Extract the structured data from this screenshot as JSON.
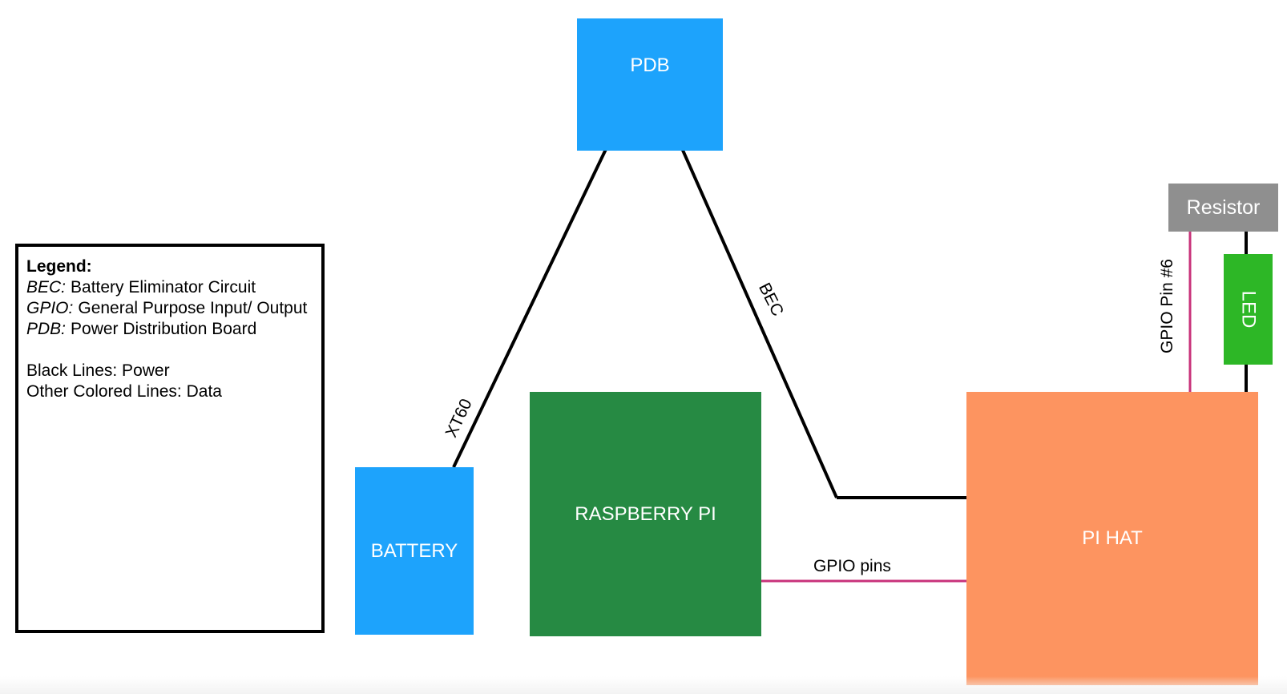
{
  "colors": {
    "power_line": "#000000",
    "data_line": "#c8327a",
    "pdb": "#1da3fc",
    "battery": "#1da3fc",
    "raspberry_pi": "#268a43",
    "pi_hat": "#fd9460",
    "resistor": "#8f8f8f",
    "led": "#2db726"
  },
  "blocks": {
    "pdb": "PDB",
    "battery": "BATTERY",
    "raspberry_pi": "RASPBERRY PI",
    "pi_hat": "PI HAT",
    "resistor": "Resistor",
    "led": "LED"
  },
  "connections": {
    "xt60": "XT60",
    "bec": "BEC",
    "gpio_pins": "GPIO pins",
    "gpio_pin_6": "GPIO Pin #6"
  },
  "legend": {
    "title": "Legend:",
    "entries": [
      {
        "abbr": "BEC:",
        "definition": "Battery Eliminator Circuit"
      },
      {
        "abbr": "GPIO:",
        "definition": "General Purpose Input/ Output"
      },
      {
        "abbr": "PDB:",
        "definition": "Power Distribution Board"
      }
    ],
    "notes": [
      "Black Lines: Power",
      "Other Colored Lines: Data"
    ]
  }
}
